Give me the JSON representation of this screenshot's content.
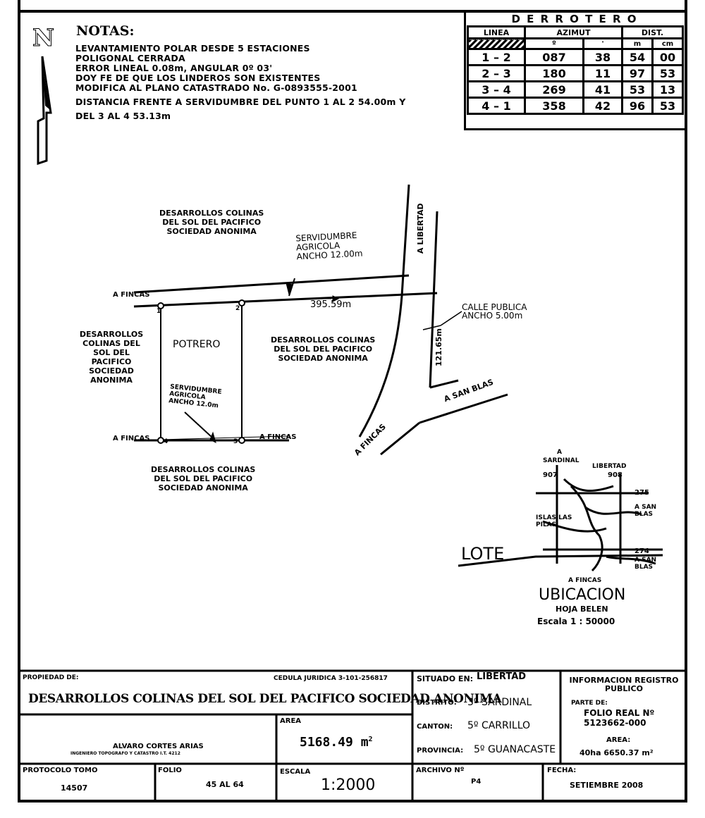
{
  "north_symbol": "N",
  "notes": {
    "title": "NOTAS:",
    "lines": [
      "LEVANTAMIENTO POLAR DESDE 5 ESTACIONES",
      "POLIGONAL CERRADA",
      "ERROR LINEAL 0.08m, ANGULAR 0º 03'",
      "DOY FE DE QUE LOS LINDEROS SON EXISTENTES",
      "MODIFICA AL PLANO CATASTRADO No. G-0893555-2001",
      "DISTANCIA FRENTE A SERVIDUMBRE DEL PUNTO 1 AL 2   54.00m Y",
      "DEL 3 AL 4   53.13m"
    ]
  },
  "derrotero": {
    "title": "D E R R O T E R O",
    "headers": [
      "LINEA",
      "AZIMUT",
      "DIST."
    ],
    "subheaders": [
      "º",
      "'",
      "m",
      "cm"
    ],
    "rows": [
      {
        "linea": "1 – 2",
        "grados": "087",
        "minutos": "38",
        "m": "54",
        "cm": "00"
      },
      {
        "linea": "2 – 3",
        "grados": "180",
        "minutos": "11",
        "m": "97",
        "cm": "53"
      },
      {
        "linea": "3 – 4",
        "grados": "269",
        "minutos": "41",
        "m": "53",
        "cm": "13"
      },
      {
        "linea": "4 – 1",
        "grados": "358",
        "minutos": "42",
        "m": "96",
        "cm": "53"
      }
    ]
  },
  "plan": {
    "neighbor_top": [
      "DESARROLLOS COLINAS",
      "DEL SOL DEL PACIFICO",
      "SOCIEDAD ANONIMA"
    ],
    "servidumbre_top": [
      "SERVIDUMBRE",
      "AGRICOLA",
      "ANCHO 12.00m"
    ],
    "a_fincas_top": "A FINCAS",
    "distance_top": "395.59m",
    "a_libertad": "A LIBERTAD",
    "calle_publica": [
      "CALLE PUBLICA",
      "ANCHO 5.00m"
    ],
    "distance_road": "121.65m",
    "neighbor_left": [
      "DESARROLLOS",
      "COLINAS DEL",
      "SOL DEL",
      "PACIFICO",
      "SOCIEDAD",
      "ANONIMA"
    ],
    "parcel_label": "POTRERO",
    "neighbor_right": [
      "DESARROLLOS COLINAS",
      "DEL SOL DEL PACIFICO",
      "SOCIEDAD ANONIMA"
    ],
    "servidumbre_inner": [
      "SERVIDUMBRE",
      "AGRICOLA",
      "ANCHO 12.0m"
    ],
    "a_san_blas": "A SAN BLAS",
    "a_fincas_bl": "A FINCAS",
    "a_fincas_br": "A FINCAS",
    "a_fincas_road": "A FINCAS",
    "neighbor_bottom": [
      "DESARROLLOS COLINAS",
      "DEL SOL DEL PACIFICO",
      "SOCIEDAD ANONIMA"
    ],
    "points": [
      "1",
      "2",
      "3",
      "4"
    ]
  },
  "location_map": {
    "a_label": "A",
    "sardinal": "SARDINAL",
    "libertad": "LIBERTAD",
    "num_907": "907",
    "num_908": "908",
    "num_275": "275",
    "num_274": "274",
    "a_san_blas_1": [
      "A SAN",
      "BLAS"
    ],
    "a_san_blas_2": [
      "A SAN",
      "BLAS"
    ],
    "islas": [
      "ISLAS LAS",
      "PILAS"
    ],
    "lote": "LOTE",
    "a_fincas": "A FINCAS",
    "title": "UBICACION",
    "sheet": "HOJA BELEN",
    "scale": "Escala  1 : 50000"
  },
  "title_block": {
    "propiedad_label": "PROPIEDAD DE:",
    "cedula": "CEDULA JURIDICA 3-101-256817",
    "owner": "DESARROLLOS COLINAS DEL SOL DEL PACIFICO SOCIEDAD ANONIMA",
    "situado_label": "SITUADO EN:",
    "situado_value": "LIBERTAD",
    "distrito_label": "DISTRITO:",
    "distrito_value": "3º SARDINAL",
    "canton_label": "CANTON:",
    "canton_value": "5º CARRILLO",
    "provincia_label": "PROVINCIA:",
    "provincia_value": "5º GUANACASTE",
    "registro_title": "INFORMACION REGISTRO PUBLICO",
    "parte_label": "PARTE DE:",
    "folio_real": "FOLIO REAL Nº",
    "folio_real_num": "5123662-000",
    "area_label_right": "AREA:",
    "area_right": "40ha 6650.37 m²",
    "surveyor_name": "ALVARO CORTES ARIAS",
    "surveyor_sub": "INGENIERO TOPOGRAFO Y CATASTRO I.T. 4212",
    "area_label": "AREA",
    "area_value": "5168.49 m",
    "area_sup": "2",
    "protocolo_label": "PROTOCOLO TOMO",
    "protocolo_value": "14507",
    "folio_label": "FOLIO",
    "folio_value": "45 AL 64",
    "escala_label": "ESCALA",
    "escala_value": "1:2000",
    "archivo_label": "ARCHIVO Nº",
    "archivo_value": "P4",
    "fecha_label": "FECHA:",
    "fecha_value": "SETIEMBRE 2008"
  }
}
